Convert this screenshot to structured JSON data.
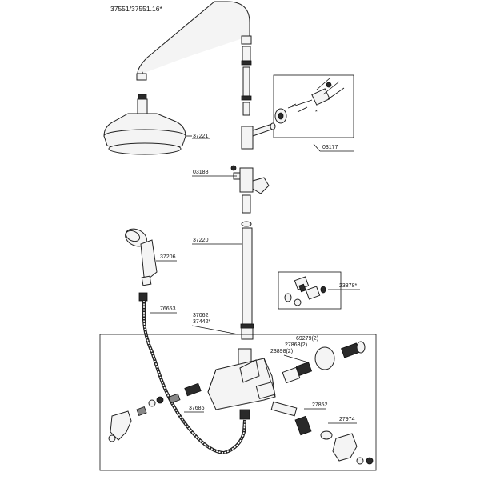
{
  "title": "37551/37551.16*",
  "labels": {
    "l37221": "37221",
    "l03177": "03177",
    "l03188": "03188",
    "l37220": "37220",
    "l37206": "37206",
    "l23878": "23878*",
    "l76653": "76653",
    "l37062": "37062",
    "l37442": "37442*",
    "l69279": "69279(2)",
    "l27863": "27863(2)",
    "l23898": "23898(2)",
    "l37686": "37686",
    "l27852": "27852",
    "l27974": "27974"
  }
}
